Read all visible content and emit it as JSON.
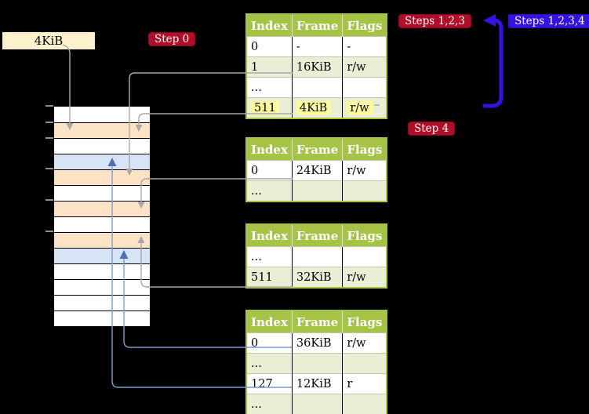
{
  "labels": {
    "page_size_box": "4KiB",
    "step0": "Step 0",
    "steps123": "Steps 1,2,3",
    "steps1234": "Steps 1,2,3,4",
    "step4": "Step 4"
  },
  "colors": {
    "badge_red": "#b00d28",
    "badge_blue": "#3511e2",
    "table_header_green": "#a5c445",
    "table_row_green": "#e9eed4",
    "memory_frame_orange": "#fce3c6",
    "memory_frame_blue": "#d7e4f5",
    "highlight_yellow": "#fdfb9e",
    "label_cream": "#fcf0cd",
    "connector_gray": "#a8a8a8",
    "connector_steel_blue": "#7f9cc9",
    "loop_arrow_blue": "#3511e2"
  },
  "tables": [
    {
      "headers": [
        "Index",
        "Frame",
        "Flags"
      ],
      "rows": [
        {
          "cells": [
            "0",
            "-",
            "-"
          ],
          "highlighted": false
        },
        {
          "cells": [
            "1",
            "16KiB",
            "r/w"
          ],
          "highlighted": false
        },
        {
          "cells": [
            "...",
            "",
            ""
          ],
          "highlighted": false
        },
        {
          "cells": [
            "511",
            "4KiB",
            "r/w"
          ],
          "highlighted": true
        }
      ]
    },
    {
      "headers": [
        "Index",
        "Frame",
        "Flags"
      ],
      "rows": [
        {
          "cells": [
            "0",
            "24KiB",
            "r/w"
          ],
          "highlighted": false
        },
        {
          "cells": [
            "...",
            "",
            ""
          ],
          "highlighted": false
        }
      ]
    },
    {
      "headers": [
        "Index",
        "Frame",
        "Flags"
      ],
      "rows": [
        {
          "cells": [
            "...",
            "",
            ""
          ],
          "highlighted": false
        },
        {
          "cells": [
            "511",
            "32KiB",
            "r/w"
          ],
          "highlighted": false
        }
      ]
    },
    {
      "headers": [
        "Index",
        "Frame",
        "Flags"
      ],
      "rows": [
        {
          "cells": [
            "0",
            "36KiB",
            "r/w"
          ],
          "highlighted": false
        },
        {
          "cells": [
            "...",
            "",
            ""
          ],
          "highlighted": false
        },
        {
          "cells": [
            "127",
            "12KiB",
            "r"
          ],
          "highlighted": false
        },
        {
          "cells": [
            "...",
            "",
            ""
          ],
          "highlighted": false
        }
      ]
    }
  ],
  "memory": {
    "rows": [
      "white",
      "orange",
      "white",
      "blue",
      "orange",
      "white",
      "orange",
      "white",
      "orange",
      "blue",
      "white",
      "white",
      "white",
      "white"
    ]
  }
}
